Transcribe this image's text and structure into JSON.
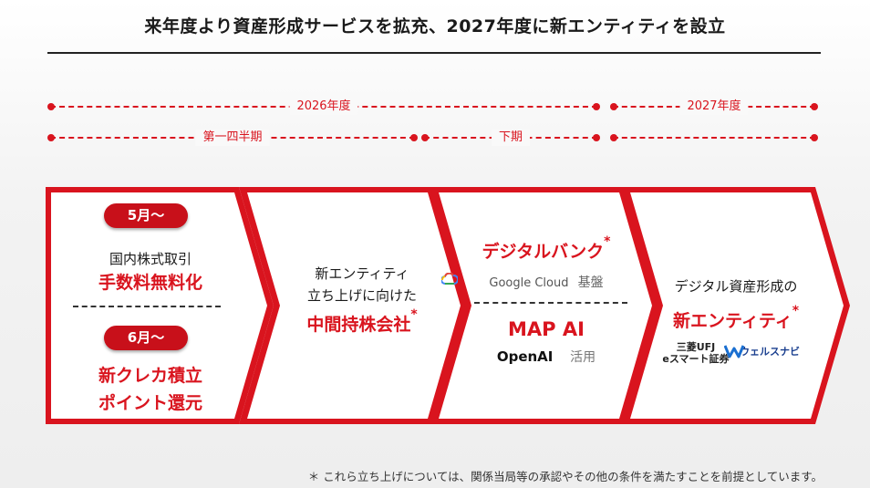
{
  "title": "来年度より資産形成サービスを拡充、2027年度に新エンティティを設立",
  "timeline": {
    "year_2026": "2026年度",
    "year_2027": "2027年度",
    "q1": "第一四半期",
    "h2": "下期"
  },
  "colors": {
    "accent": "#d9141e",
    "pill": "#c8101a"
  },
  "steps": [
    {
      "badge1": "5月～",
      "line1": "国内株式取引",
      "line1_emph": "手数料無料化",
      "badge2": "6月～",
      "line2_emph_a": "新クレカ積立",
      "line2_emph_b": "ポイント還元"
    },
    {
      "line_a": "新エンティティ",
      "line_b": "立ち上げに向けた",
      "line_emph": "中間持株会社",
      "asterisk": "*"
    },
    {
      "headline": "デジタルバンク",
      "asterisk": "*",
      "partner1": "Google Cloud",
      "partner1_tag": "基盤",
      "headline2": "MAP AI",
      "partner2": "OpenAI",
      "partner2_tag": "活用"
    },
    {
      "line_a": "デジタル資産形成の",
      "line_emph": "新エンティティ",
      "asterisk": "*",
      "partner_a1": "三菱UFJ",
      "partner_a2": "eスマート証券",
      "partner_b": "ウェルスナビ"
    }
  ],
  "footnote": "＊ これら立ち上げについては、関係当局等の承認やその他の条件を満たすことを前提としています。"
}
